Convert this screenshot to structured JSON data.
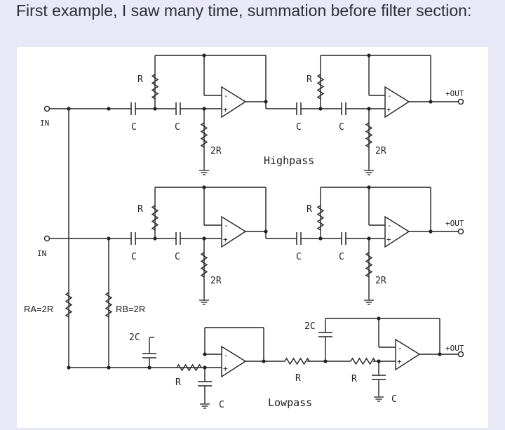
{
  "post": {
    "intro_text": "First example, I saw many time, summation before filter section:"
  },
  "schematic": {
    "input_label": "IN",
    "output_label": "+OUT",
    "section_titles": {
      "highpass": "Highpass",
      "lowpass": "Lowpass"
    },
    "component_labels": {
      "resistor": "R",
      "capacitor": "C",
      "double_resistor": "2R",
      "double_capacitor": "2C",
      "ra": "RA=2R",
      "rb": "RB=2R"
    },
    "opamp_marks": {
      "inverting": "-",
      "noninverting": "+"
    }
  }
}
